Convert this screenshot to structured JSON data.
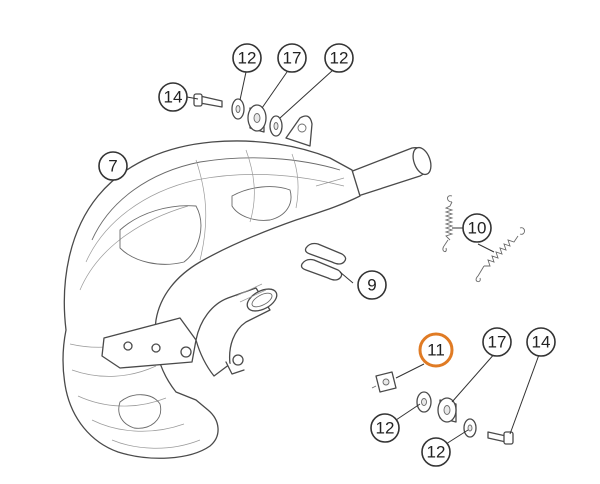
{
  "diagram": {
    "highlight_color": "#E07B24",
    "callouts": [
      {
        "id": "c-14-top",
        "label": "14",
        "highlighted": false
      },
      {
        "id": "c-12-top-left",
        "label": "12",
        "highlighted": false
      },
      {
        "id": "c-17-top",
        "label": "17",
        "highlighted": false
      },
      {
        "id": "c-12-top-right",
        "label": "12",
        "highlighted": false
      },
      {
        "id": "c-7",
        "label": "7",
        "highlighted": false
      },
      {
        "id": "c-10",
        "label": "10",
        "highlighted": false
      },
      {
        "id": "c-9",
        "label": "9",
        "highlighted": false
      },
      {
        "id": "c-11",
        "label": "11",
        "highlighted": true
      },
      {
        "id": "c-17-bottom",
        "label": "17",
        "highlighted": false
      },
      {
        "id": "c-14-bottom",
        "label": "14",
        "highlighted": false
      },
      {
        "id": "c-12-bottom-left",
        "label": "12",
        "highlighted": false
      },
      {
        "id": "c-12-bottom-right",
        "label": "12",
        "highlighted": false
      }
    ]
  }
}
